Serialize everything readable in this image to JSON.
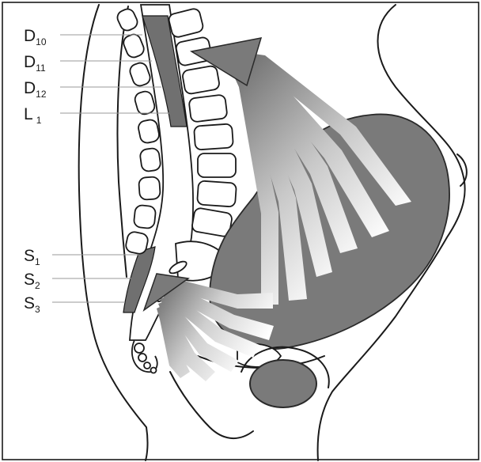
{
  "labels": {
    "d10": {
      "main": "D",
      "sub": "10"
    },
    "d11": {
      "main": "D",
      "sub": "11"
    },
    "d12": {
      "main": "D",
      "sub": "12"
    },
    "l1": {
      "main": "L",
      "sub": "1"
    },
    "s1": {
      "main": "S",
      "sub": "1"
    },
    "s2": {
      "main": "S",
      "sub": "2"
    },
    "s3": {
      "main": "S",
      "sub": "3"
    }
  },
  "colors": {
    "organ_fill": "#7a7a7a",
    "highlight_segment": "#707070",
    "outline": "#1a1a1a"
  }
}
